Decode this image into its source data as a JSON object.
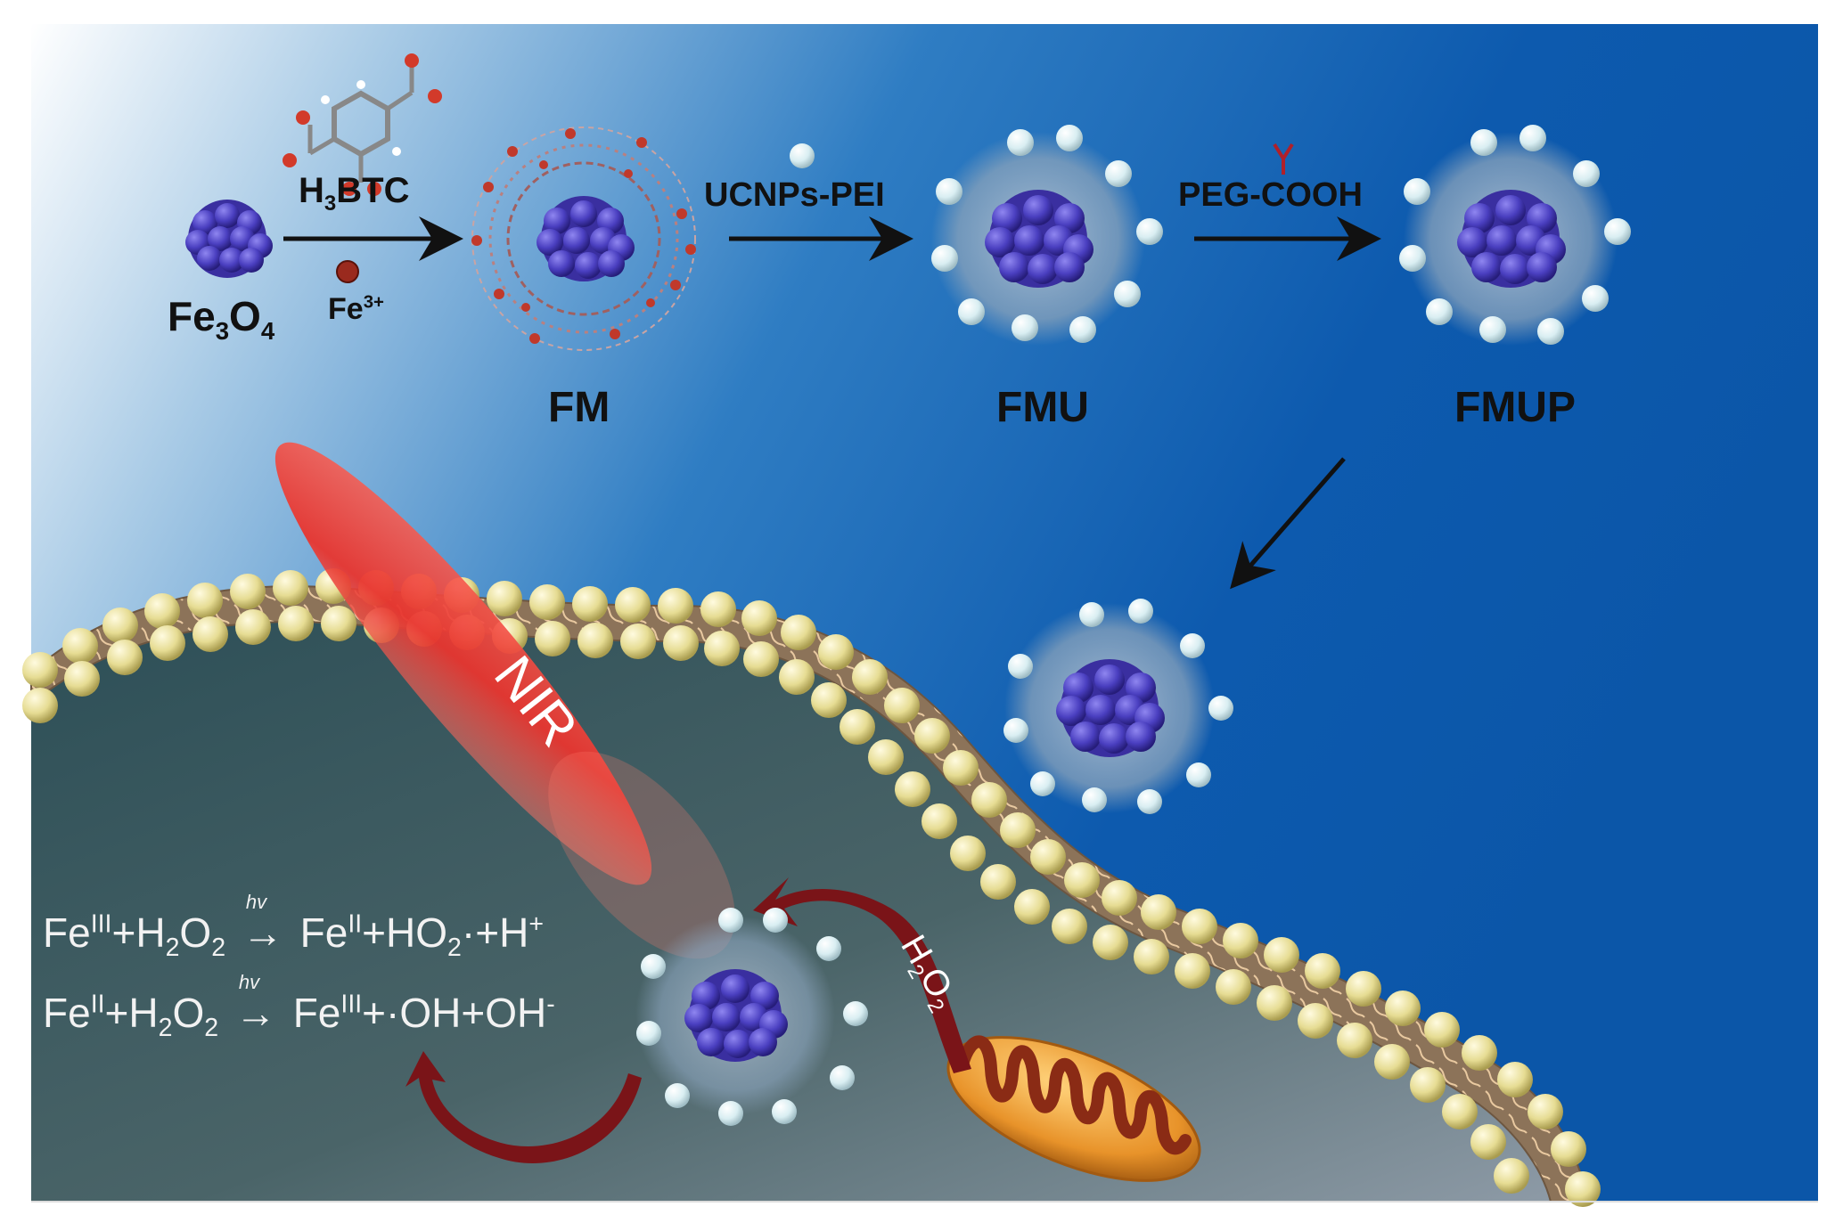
{
  "labels": {
    "fe3o4_base": "Fe",
    "fe3o4_sub3": "3",
    "fe3o4_O": "O",
    "fe3o4_sub4": "4",
    "h3btc_H": "H",
    "h3btc_sub": "3",
    "h3btc_rest": "BTC",
    "fe3plus_base": "Fe",
    "fe3plus_sup": "3+",
    "fm": "FM",
    "ucnps_pei": "UCNPs-PEI",
    "fmu": "FMU",
    "peg_cooh": "PEG-COOH",
    "fmup": "FMUP",
    "nir": "NIR",
    "h2o2_H": "H",
    "h2o2_sub1": "2",
    "h2o2_O": "O",
    "h2o2_sub2": "2"
  },
  "equations": {
    "line1": {
      "part1": "Fe",
      "sup1": "III",
      "part2": "+H",
      "sub1": "2",
      "part3": "O",
      "sub2": "2",
      "hv": "hv",
      "arrow": "→",
      "part4": " Fe",
      "sup2": "II",
      "part5": "+HO",
      "sub3": "2",
      "part6": "·+H",
      "sup3": "+"
    },
    "line2": {
      "part1": "Fe",
      "sup1": "II",
      "part2": "+H",
      "sub1": "2",
      "part3": "O",
      "sub2": "2",
      "hv": "hv",
      "arrow": "→",
      "part4": " Fe",
      "sup2": "III",
      "part5": "+·OH+OH",
      "sup3": "-"
    }
  },
  "colors": {
    "background_top_right": "#0f5aad",
    "background_top_left": "#ffffff",
    "cell_interior": "#33545c",
    "lipid_head": "#e6dc93",
    "membrane_tail": "#8c7359",
    "core_sphere": "#4a3fc0",
    "ucnp_sphere": "#d9eef2",
    "nir_beam": "#e8352f",
    "cycle_arrow": "#7a1418",
    "mitochondrion": "#e8932a",
    "text_dark": "#111111",
    "text_light": "#f2f2f2"
  }
}
